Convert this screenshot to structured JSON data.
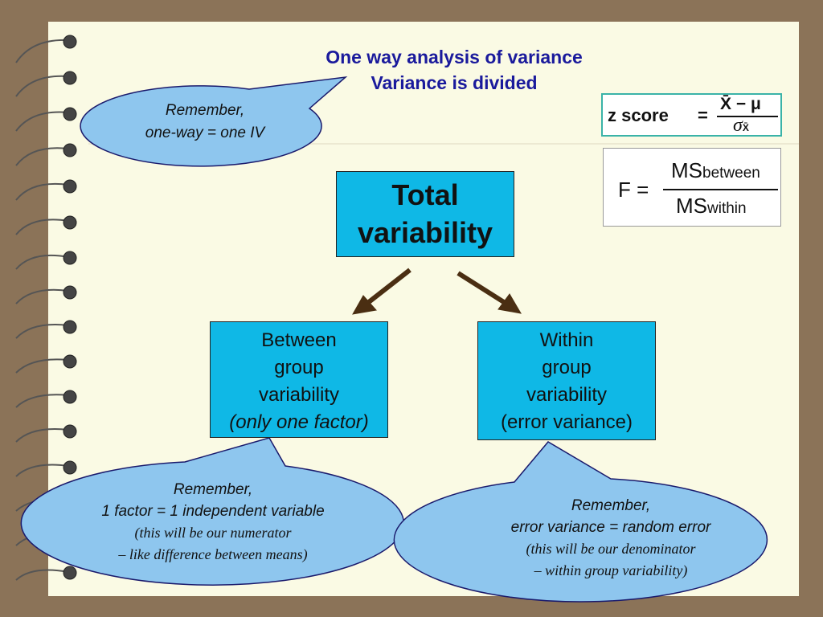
{
  "title": {
    "line1": "One way analysis of variance",
    "line2": "Variance is divided"
  },
  "bubbles": {
    "top": {
      "line1": "Remember,",
      "line2": "one-way = one IV"
    },
    "left": {
      "line1": "Remember,",
      "line2": "1 factor = 1 independent variable",
      "line3": "(this will be our numerator",
      "line4": "– like difference between means)"
    },
    "right": {
      "line1": "Remember,",
      "line2": "error variance = random error",
      "line3": "(this will be our denominator",
      "line4": "–  within group variability)"
    }
  },
  "boxes": {
    "total": {
      "line1": "Total",
      "line2": "variability"
    },
    "between": {
      "line1": "Between",
      "line2": "group",
      "line3": "variability",
      "line4": "(only one factor)"
    },
    "within": {
      "line1": "Within",
      "line2": "group",
      "line3": "variability",
      "line4": "(error variance)"
    }
  },
  "formulas": {
    "z": {
      "label": "z score",
      "equals": "=",
      "numerator": "X̄ − μ",
      "denominator": "σ",
      "denominator_sub": "X̄"
    },
    "f": {
      "label": "F =",
      "numerator": "MS",
      "numerator_sub": "between",
      "denominator": "MS",
      "denominator_sub": "within"
    }
  },
  "colors": {
    "box_fill": "#0fb8e6",
    "bubble_fill": "#8ec6ee",
    "title": "#1a1a9c",
    "arrow": "#4a2e12"
  }
}
